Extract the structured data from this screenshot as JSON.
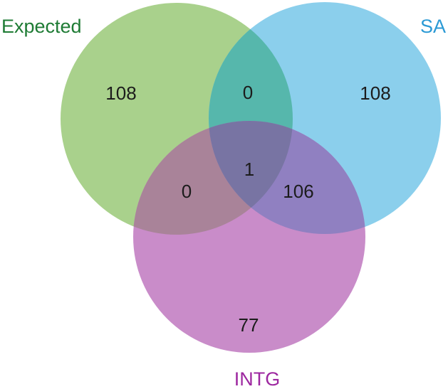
{
  "figure": {
    "kind": "venn-diagram",
    "background": "#ffffff"
  },
  "venn": {
    "count_color": "#1c1c1c",
    "sets": [
      {
        "id": "expected",
        "label": "Expected",
        "label_color": "#1e7b34",
        "fill": "#a9d18c",
        "unique_count": "108"
      },
      {
        "id": "sa",
        "label": "SA",
        "label_color": "#2b9ad5",
        "fill": "#8bcfec",
        "unique_count": "108"
      },
      {
        "id": "intg",
        "label": "INTG",
        "label_color": "#9d27a0",
        "fill": "#c98cc9",
        "unique_count": "77"
      }
    ],
    "overlaps": {
      "expected_sa": {
        "count": "0",
        "fill": "#56b7ac"
      },
      "expected_intg": {
        "count": "0",
        "fill": "#a98399"
      },
      "sa_intg": {
        "count": "106",
        "fill": "#9080c1"
      },
      "expected_sa_intg": {
        "count": "1",
        "fill": "#7874a3"
      }
    }
  },
  "chart_data": {
    "type": "venn",
    "title": "",
    "sets": [
      "Expected",
      "SA",
      "INTG"
    ],
    "regions": [
      {
        "sets": [
          "Expected"
        ],
        "value": 108
      },
      {
        "sets": [
          "SA"
        ],
        "value": 108
      },
      {
        "sets": [
          "INTG"
        ],
        "value": 77
      },
      {
        "sets": [
          "Expected",
          "SA"
        ],
        "value": 0
      },
      {
        "sets": [
          "Expected",
          "INTG"
        ],
        "value": 0
      },
      {
        "sets": [
          "SA",
          "INTG"
        ],
        "value": 106
      },
      {
        "sets": [
          "Expected",
          "SA",
          "INTG"
        ],
        "value": 1
      }
    ]
  }
}
